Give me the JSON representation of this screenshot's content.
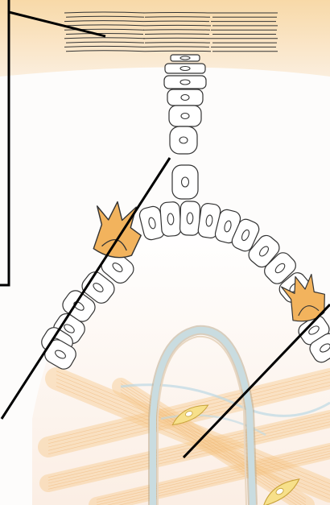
{
  "diagram": {
    "subject": "epithelium",
    "colors": {
      "background": "#fdfcfb",
      "surface_glow": "#f9e9d2",
      "stratum_band": "#f5cf91",
      "lamina": "#fbf0e6",
      "connective_tissue": "#fbe3c6",
      "cell_fill": "#ffffff",
      "cell_outline": "#333333",
      "melanocyte": "#f2b35d",
      "fiber_orange": "#f6c98f",
      "fiber_blue": "#bcd9e4",
      "capillary": "#c9dce0",
      "fibroblast": "#f7e08a",
      "leader_line": "#000000"
    },
    "components": [
      "stratum-corneum",
      "keratinocyte-column",
      "basal-cell-layer",
      "melanocyte",
      "dermal-connective-tissue",
      "capillary-loop",
      "fibroblast"
    ]
  }
}
